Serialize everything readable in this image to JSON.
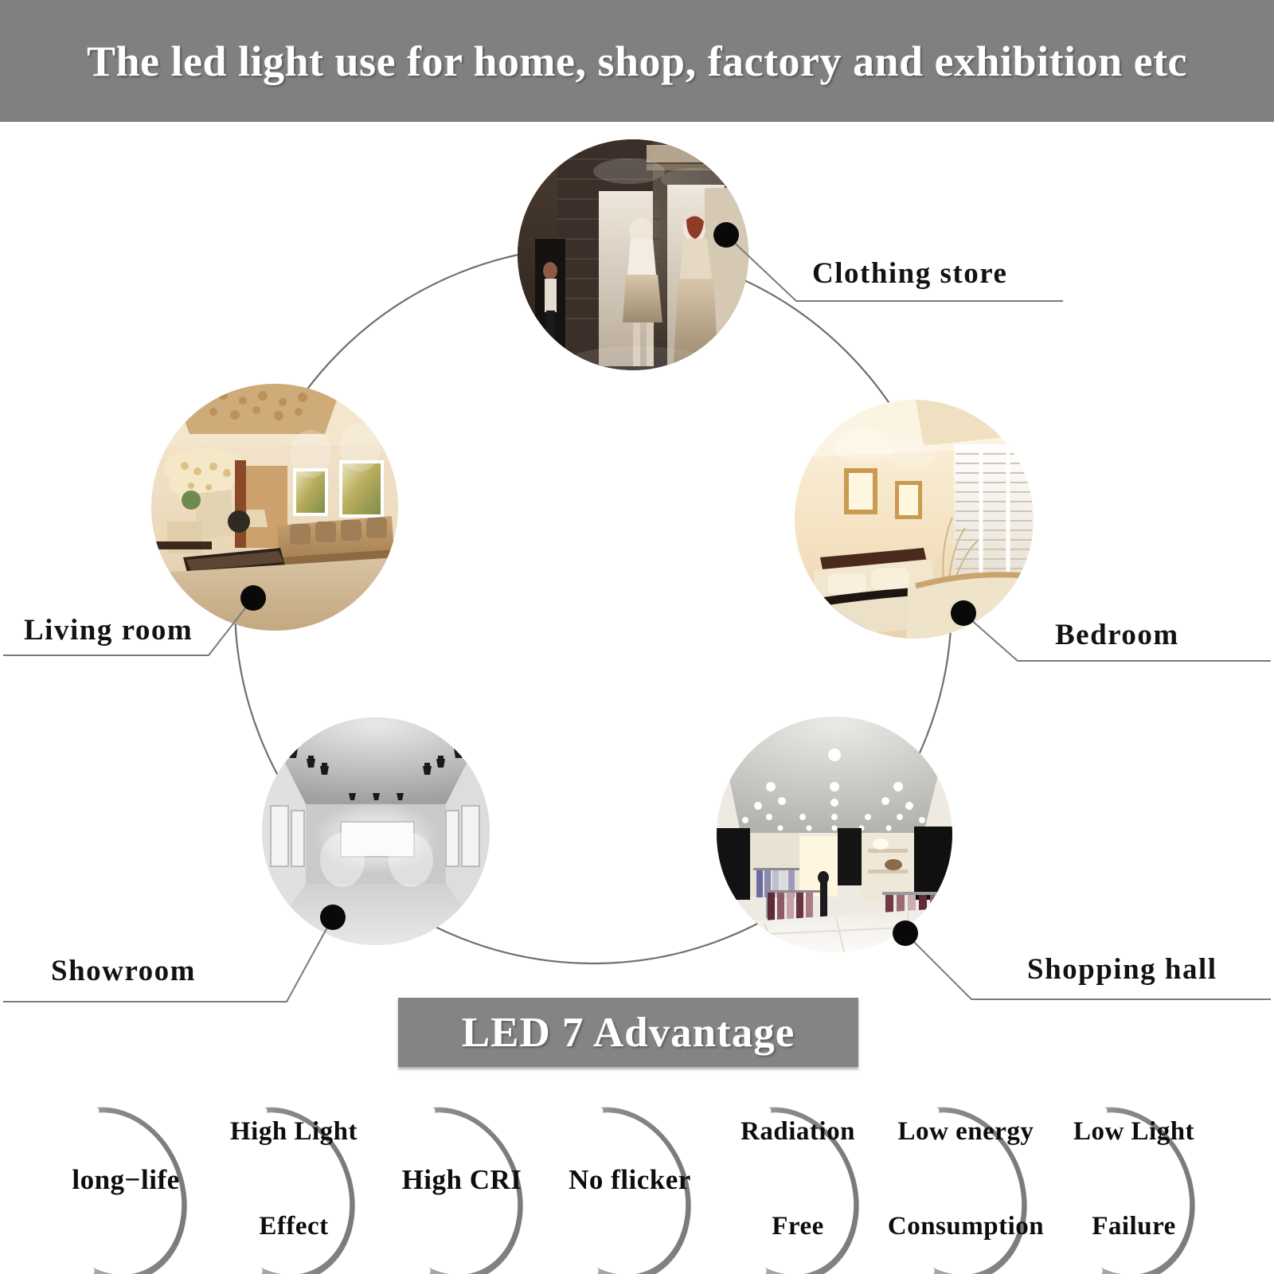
{
  "header": {
    "title": "The  led  light use for home, shop, factory and exhibition etc",
    "background_color": "#808080",
    "text_color": "#ffffff"
  },
  "scenes": [
    {
      "id": "clothing-store",
      "label": "Clothing store",
      "description": "Boutique clothing store interior with dark wood walls, mannequins in beige dresses and warm accent spotlights"
    },
    {
      "id": "living-room",
      "label": "Living room",
      "description": "Luxury living room with crystal chandelier, tan fabric sofa, framed landscape paintings and warm downlights"
    },
    {
      "id": "bedroom",
      "label": "Bedroom",
      "description": "Warm cream bedroom with dark wood bed, cream pillows, two framed pictures and white plantation shutters"
    },
    {
      "id": "showroom",
      "label": "Showroom",
      "description": "Grey empty exhibition showroom with ceiling track spotlights illuminating a blank wall panel"
    },
    {
      "id": "shopping-hall",
      "label": "Shopping hall",
      "description": "Retail shopping hall with recessed ceiling downlights, clothing racks and display shelving"
    }
  ],
  "banner": {
    "title": "LED 7 Advantage",
    "background_color": "#848484",
    "text_color": "#ffffff"
  },
  "advantages": [
    {
      "lines": [
        "long−life"
      ]
    },
    {
      "lines": [
        "High Light",
        "Effect"
      ]
    },
    {
      "lines": [
        "High CRI"
      ]
    },
    {
      "lines": [
        "No flicker"
      ]
    },
    {
      "lines": [
        "Radiation",
        "Free"
      ]
    },
    {
      "lines": [
        "Low energy",
        "Consumption"
      ]
    },
    {
      "lines": [
        "Low Light",
        "Failure"
      ]
    }
  ],
  "colors": {
    "header_gray": "#808080",
    "banner_gray": "#848484",
    "ring_line": "#6f6f6f",
    "crescent_gray": "#8a8a8a",
    "dot_black": "#090909",
    "page_background": "#ffffff"
  }
}
